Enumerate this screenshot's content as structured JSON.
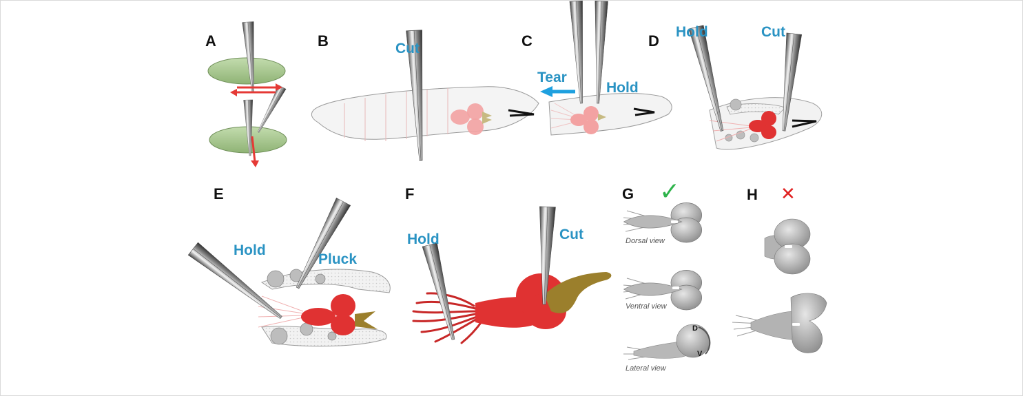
{
  "panels": {
    "A": {
      "letter": "A"
    },
    "B": {
      "letter": "B",
      "cut": "Cut"
    },
    "C": {
      "letter": "C",
      "tear": "Tear",
      "hold": "Hold"
    },
    "D": {
      "letter": "D",
      "hold": "Hold",
      "cut": "Cut"
    },
    "E": {
      "letter": "E",
      "hold": "Hold",
      "pluck": "Pluck"
    },
    "F": {
      "letter": "F",
      "hold": "Hold",
      "cut": "Cut"
    },
    "G": {
      "letter": "G",
      "check": "✓",
      "dorsal": "Dorsal view",
      "ventral": "Ventral view",
      "lateral": "Lateral view",
      "d": "D",
      "v": "V"
    },
    "H": {
      "letter": "H",
      "cross": "✕"
    }
  },
  "colors": {
    "label_blue": "#2a93c3",
    "tissue_red": "#e03232",
    "cuticle_olive": "#9b7f2c",
    "lens_green": "#a9c98f",
    "arrow_red": "#e53935",
    "arrow_blue": "#1ea0df",
    "check_green": "#2db34a",
    "cross_red": "#e02020"
  }
}
